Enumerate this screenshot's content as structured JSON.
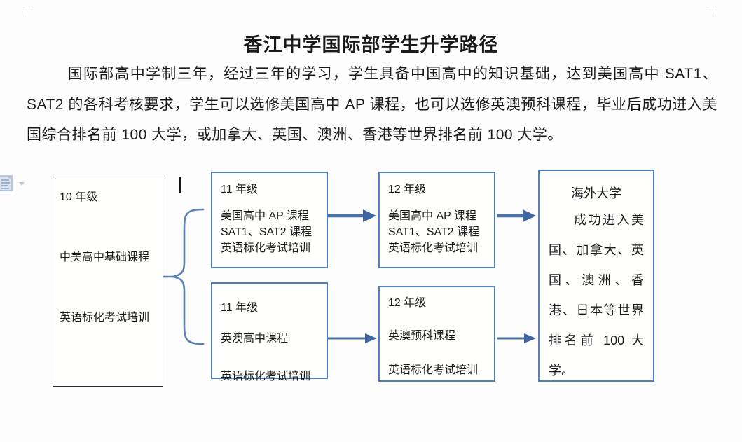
{
  "document": {
    "title": "香江中学国际部学生升学路径",
    "intro_paragraph": "国际部高中学制三年，经过三年的学习，学生具备中国高中的知识基础，达到美国高中 SAT1、SAT2 的各科考核要求，学生可以选修美国高中 AP 课程，也可以选修英澳预科课程，毕业后成功进入美国综合排名前 100 大学，或加拿大、英国、澳洲、香港等世界排名前 100 大学。"
  },
  "flowchart": {
    "grade10_box": {
      "heading": "10 年级",
      "course1": "中美高中基础课程",
      "course2": "英语标化考试培训"
    },
    "grade11_us_box": {
      "heading": "11 年级",
      "course1": "美国高中 AP 课程",
      "course2": "SAT1、SAT2 课程",
      "course3": "英语标化考试培训"
    },
    "grade12_us_box": {
      "heading": "12 年级",
      "course1": "美国高中 AP 课程",
      "course2": "SAT1、SAT2 课程",
      "course3": "英语标化考试培训"
    },
    "grade11_uk_box": {
      "heading": "11 年级",
      "course1": "英澳高中课程",
      "course2": "英语标化考试培训"
    },
    "grade12_uk_box": {
      "heading": "12 年级",
      "course1": "英澳预科课程",
      "course2": "英语标化考试培训"
    },
    "overseas_box": {
      "heading": "海外大学",
      "body": "成功进入美国、加拿大、英国、澳洲、香港、日本等世界排名前 100 大学。"
    }
  },
  "icons": {
    "paste_options": "paste-options-icon",
    "dropdown_arrow": "dropdown-arrow-icon"
  },
  "colors": {
    "shape_blue": "#4f81bd",
    "arrow_blue": "#4a74a8",
    "arrowhead_blue": "#3f66a0",
    "box_border_dark": "#2b2b2b",
    "text": "#1a1a1a",
    "page_background": "#fdfdfd"
  }
}
